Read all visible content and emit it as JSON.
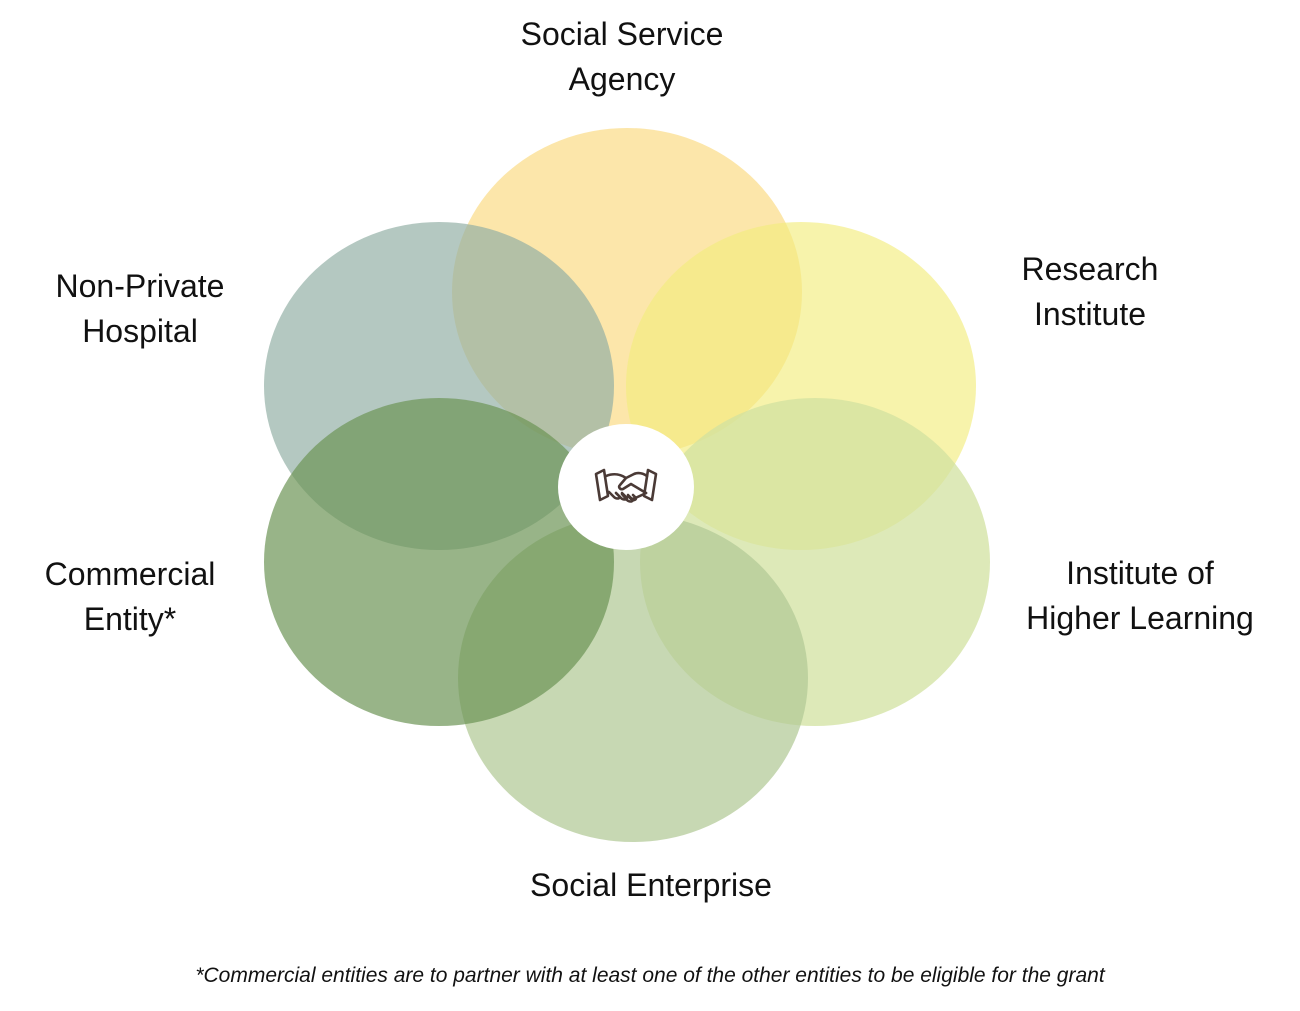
{
  "diagram": {
    "center_icon": "handshake-icon",
    "petals": [
      {
        "id": "social-service-agency",
        "lines": [
          "Social Service",
          "Agency"
        ],
        "color": "#fbd97c"
      },
      {
        "id": "research-institute",
        "lines": [
          "Research",
          "Institute"
        ],
        "color": "#f2ec7e"
      },
      {
        "id": "institute-of-higher-learning",
        "lines": [
          "Institute of",
          "Higher Learning"
        ],
        "color": "#d2e2a0"
      },
      {
        "id": "social-enterprise",
        "lines": [
          "Social Enterprise"
        ],
        "color": "#b2c995"
      },
      {
        "id": "commercial-entity",
        "lines": [
          "Commercial",
          "Entity*"
        ],
        "color": "#6c9455"
      },
      {
        "id": "non-private-hospital",
        "lines": [
          "Non-Private",
          "Hospital"
        ],
        "color": "#91aea3"
      }
    ]
  },
  "footnote": "*Commercial entities are to partner with at least one of the other entities to be eligible for the grant"
}
